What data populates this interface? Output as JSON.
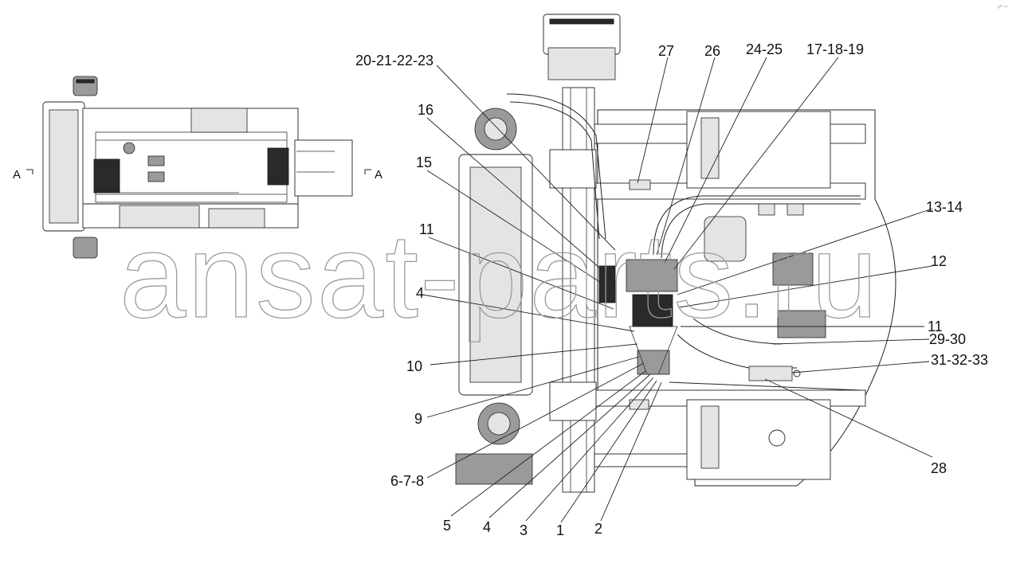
{
  "watermark": "ansat-parts.ru",
  "corner_mark": "₀ᵒ ◦◦◦",
  "overview": {
    "section_left": "A",
    "section_right": "A"
  },
  "callouts": {
    "c27": "27",
    "c26": "26",
    "c24_25": "24-25",
    "c17_18_19": "17-18-19",
    "c20_21_22_23": "20-21-22-23",
    "c16": "16",
    "c15": "15",
    "c11_left": "11",
    "c4_left": "4",
    "c10": "10",
    "c9": "9",
    "c6_7_8": "6-7-8",
    "c5": "5",
    "c4_bottom": "4",
    "c3": "3",
    "c1": "1",
    "c2": "2",
    "c13_14": "13-14",
    "c12": "12",
    "c11_right": "11",
    "c29_30": "29-30",
    "c31_32_33": "31-32-33",
    "c28": "28"
  }
}
